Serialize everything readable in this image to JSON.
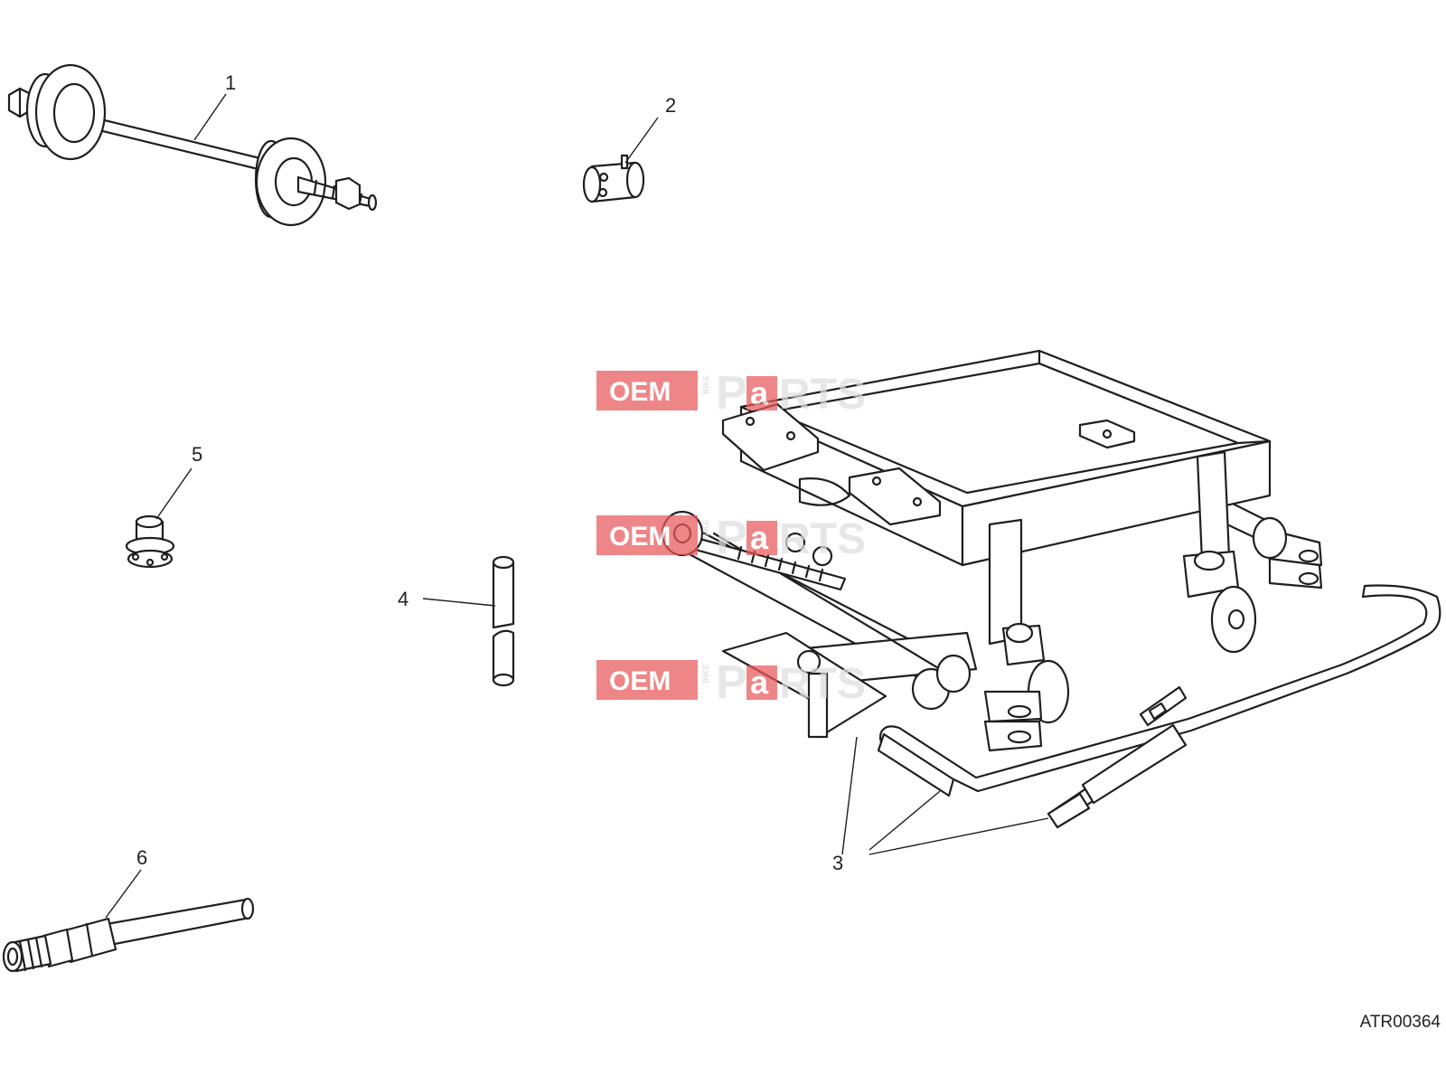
{
  "diagram": {
    "callouts": [
      "1",
      "2",
      "3",
      "4",
      "5",
      "6"
    ],
    "reference_code": "ATR00364"
  },
  "watermark": {
    "oem": "OEM",
    "bike": "BIKE",
    "p": "P",
    "a": "a",
    "rts": "RTS",
    "brand_color": "#e8585a"
  }
}
